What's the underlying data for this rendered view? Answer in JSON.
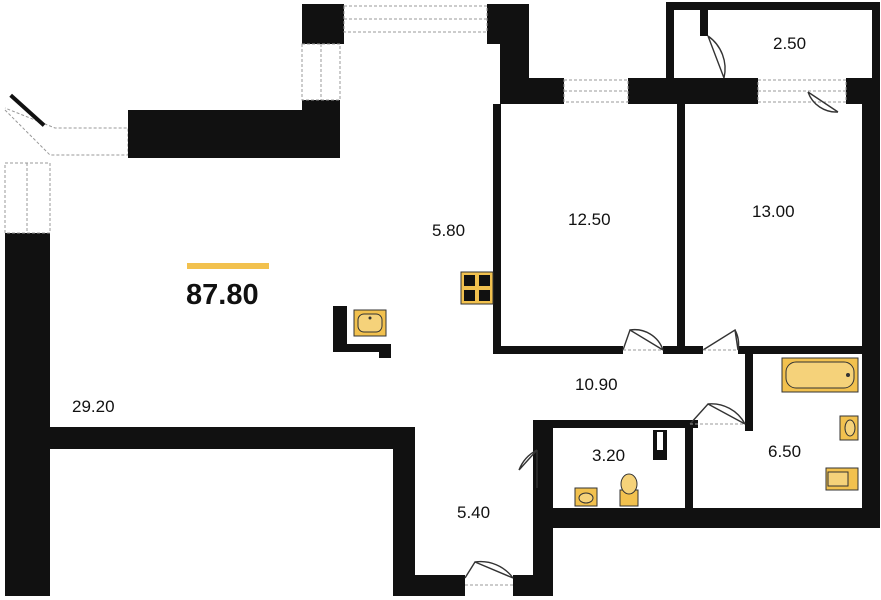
{
  "plan": {
    "total_area": "87.80",
    "accent_color": "#F2C14E",
    "wall_color": "#111111",
    "rooms": [
      {
        "label": "2.50"
      },
      {
        "label": "5.80"
      },
      {
        "label": "12.50"
      },
      {
        "label": "13.00"
      },
      {
        "label": "29.20"
      },
      {
        "label": "10.90"
      },
      {
        "label": "3.20"
      },
      {
        "label": "6.50"
      },
      {
        "label": "5.40"
      }
    ],
    "fixtures": [
      "bathtub",
      "washbasin",
      "toilet",
      "kitchen-sink",
      "stove"
    ]
  }
}
